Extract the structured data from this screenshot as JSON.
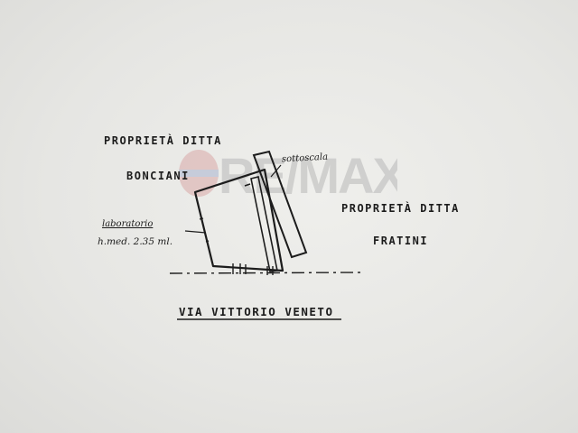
{
  "watermark": {
    "text": "RE/MAX",
    "color": "#b8b8b8",
    "balloon_red": "#d9a8a8",
    "balloon_blue": "#a8b4cf"
  },
  "labels": {
    "owner_left_line1": "PROPRIETÀ DITTA",
    "owner_left_line2": "BONCIANI",
    "under_stairs": "sottoscala",
    "owner_right_line1": "PROPRIETÀ DITTA",
    "owner_right_line2": "FRATINI",
    "lab_line1": "laboratorio",
    "lab_line2": "h.med. 2.35 ml.",
    "street": "VIA VITTORIO VENETO"
  },
  "colors": {
    "ink": "#1c1c1c",
    "paper": "#e7e7e4"
  }
}
